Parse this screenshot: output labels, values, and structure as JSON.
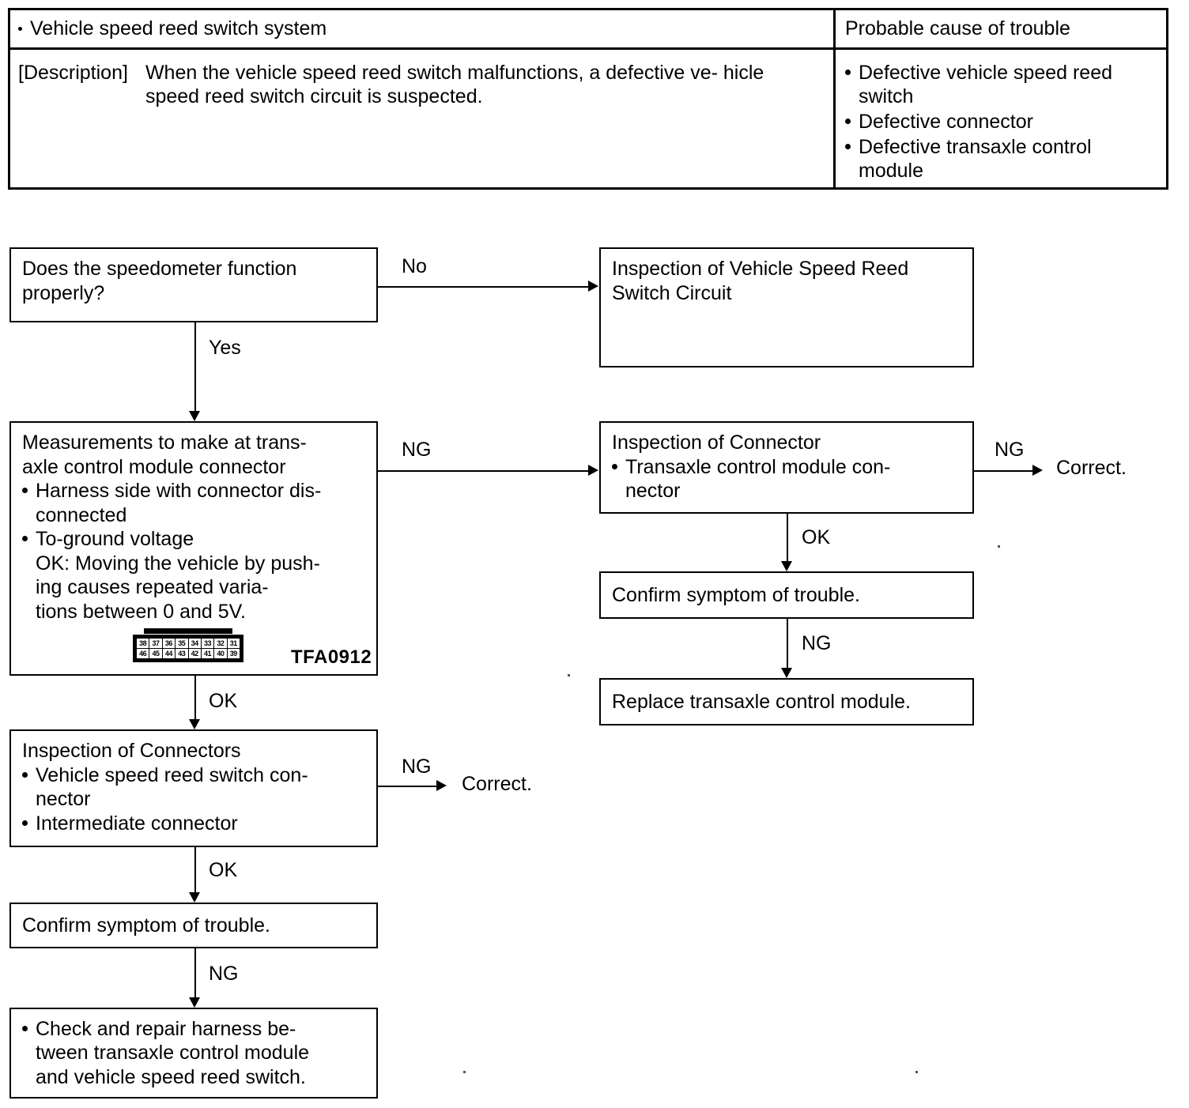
{
  "header_table": {
    "left_header": "Vehicle speed reed switch system",
    "right_header": "Probable cause of trouble",
    "description_label": "[Description]",
    "description_text": "When the vehicle speed reed switch malfunctions, a defective ve-\nhicle speed reed switch circuit is suspected.",
    "probable_causes": [
      "Defective vehicle speed reed\nswitch",
      "Defective connector",
      "Defective transaxle control\nmodule"
    ]
  },
  "flow": {
    "node_speedometer": {
      "text": "Does the speedometer function\nproperly?"
    },
    "node_inspection_circuit": {
      "text": "Inspection of Vehicle Speed Reed\nSwitch Circuit"
    },
    "node_measurements": {
      "title": "Measurements to make at trans-\naxle control module connector",
      "items": [
        "Harness side with connector dis-\nconnected",
        "To-ground voltage\nOK: Moving the vehicle by push-\n      ing causes repeated varia-\n      tions between 0 and 5V."
      ],
      "code": "TFA0912",
      "connector": {
        "top_row": [
          "38",
          "37",
          "36",
          "35",
          "34",
          "33",
          "32",
          "31"
        ],
        "bottom_row": [
          "46",
          "45",
          "44",
          "43",
          "42",
          "41",
          "40",
          "39"
        ]
      }
    },
    "node_inspection_connector": {
      "title": "Inspection of Connector",
      "items": [
        "Transaxle control module con-\nnector"
      ]
    },
    "node_confirm_right": {
      "text": "Confirm symptom of trouble."
    },
    "node_replace": {
      "text": "Replace transaxle control module."
    },
    "node_inspection_connectors": {
      "title": "Inspection of Connectors",
      "items": [
        "Vehicle speed reed switch con-\nnector",
        "Intermediate connector"
      ]
    },
    "node_confirm_left": {
      "text": "Confirm symptom of trouble."
    },
    "node_check_repair": {
      "items": [
        "Check and repair harness be-\ntween transaxle control module\nand vehicle speed reed switch."
      ]
    },
    "labels": {
      "no": "No",
      "yes": "Yes",
      "ng_measurements": "NG",
      "ng_inspection_connector": "NG",
      "ok_inspection_connector": "OK",
      "ng_confirm_right": "NG",
      "ok_measurements": "OK",
      "ng_inspection_connectors": "NG",
      "ok_inspection_connectors": "OK",
      "ng_confirm_left": "NG",
      "correct_right": "Correct.",
      "correct_left": "Correct."
    }
  }
}
